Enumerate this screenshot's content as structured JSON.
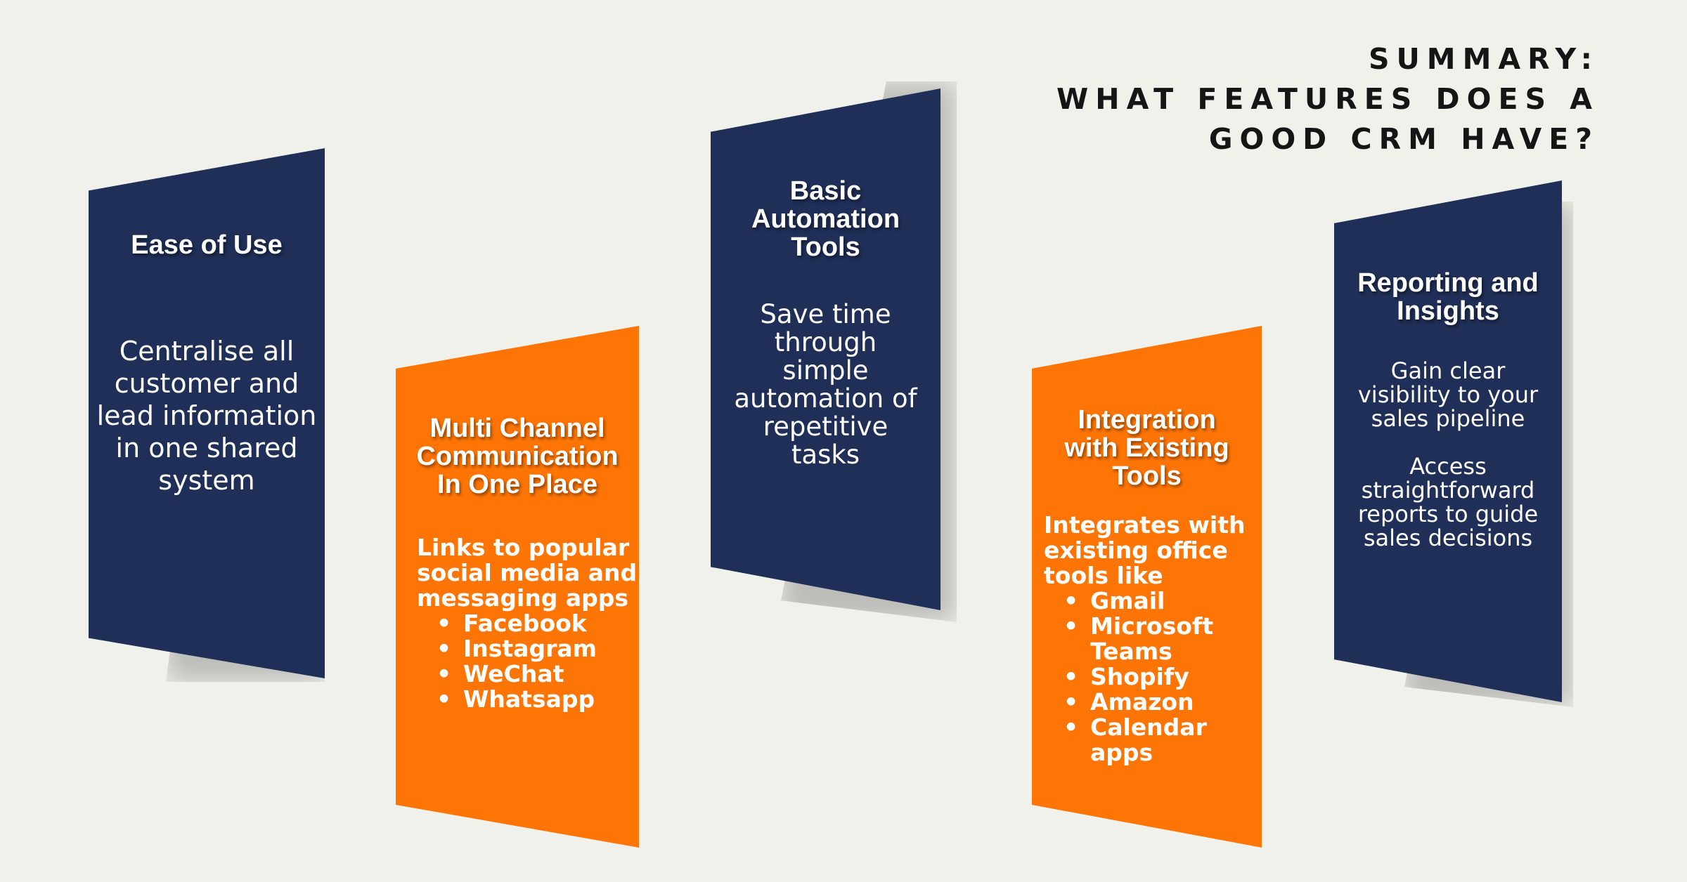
{
  "title": {
    "line1": "SUMMARY:",
    "line2": "WHAT FEATURES DOES A",
    "line3": "GOOD CRM HAVE?"
  },
  "colors": {
    "navy": "#1f2f58",
    "orange": "#fe7505",
    "background": "#f1f1ec"
  },
  "panels": [
    {
      "heading": "Ease of Use",
      "body": [
        "Centralise all",
        "customer and",
        "lead information",
        "in one shared",
        "system"
      ]
    },
    {
      "heading": [
        "Multi Channel",
        "Communication",
        "In One Place"
      ],
      "intro": [
        "Links to popular",
        "social media and",
        "messaging apps"
      ],
      "items": [
        "Facebook",
        "Instagram",
        "WeChat",
        "Whatsapp"
      ]
    },
    {
      "heading": [
        "Basic",
        "Automation",
        "Tools"
      ],
      "body": [
        "Save time",
        "through",
        "simple",
        "automation of",
        "repetitive",
        "tasks"
      ]
    },
    {
      "heading": [
        "Integration",
        "with Existing",
        "Tools"
      ],
      "intro": [
        "Integrates with",
        "existing office",
        "tools like"
      ],
      "items": [
        "Gmail",
        "Microsoft Teams",
        "Shopify",
        "Amazon",
        "Calendar apps"
      ]
    },
    {
      "heading": [
        "Reporting and",
        "Insights"
      ],
      "body1": [
        "Gain clear",
        "visibility to your",
        "sales pipeline"
      ],
      "body2": [
        "Access",
        "straightforward",
        "reports to guide",
        "sales decisions"
      ]
    }
  ]
}
